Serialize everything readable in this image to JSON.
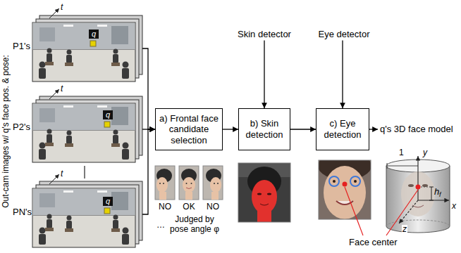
{
  "diagram": {
    "nodes": [
      {
        "text": [
          "P1's"
        ]
      },
      {
        "text": [
          "P2's"
        ]
      },
      {
        "text": [
          "PN's"
        ]
      },
      {
        "text": [
          "a) Frontal face candidate selection"
        ]
      },
      {
        "text": [
          "Skin detector"
        ]
      },
      {
        "text": [
          "b) Skin detection"
        ]
      },
      {
        "text": [
          "Eye detector"
        ]
      },
      {
        "text": [
          "c) Eye detection"
        ]
      },
      {
        "text": [
          "q's 3D face model"
        ]
      }
    ],
    "edges": [
      {
        "from": 0,
        "to": 3,
        "arrow": "to"
      },
      {
        "from": 1,
        "to": 3,
        "arrow": "to"
      },
      {
        "from": 2,
        "to": 3,
        "arrow": "to"
      },
      {
        "from": 3,
        "to": 5,
        "arrow": "to"
      },
      {
        "from": 4,
        "to": 5,
        "arrow": "to"
      },
      {
        "from": 5,
        "to": 7,
        "arrow": "to"
      },
      {
        "from": 6,
        "to": 7,
        "arrow": "to"
      },
      {
        "from": 7,
        "to": 8,
        "arrow": "to"
      }
    ],
    "labels": [
      "Out-cam images w/ q's face pos. & pose:",
      "t",
      "q",
      "t",
      "q",
      "t",
      "q",
      "NO",
      "OK",
      "NO",
      "…",
      "Judged by pose angle φ",
      "1",
      "y",
      "h",
      "f",
      "x",
      "z",
      "Face center"
    ]
  }
}
